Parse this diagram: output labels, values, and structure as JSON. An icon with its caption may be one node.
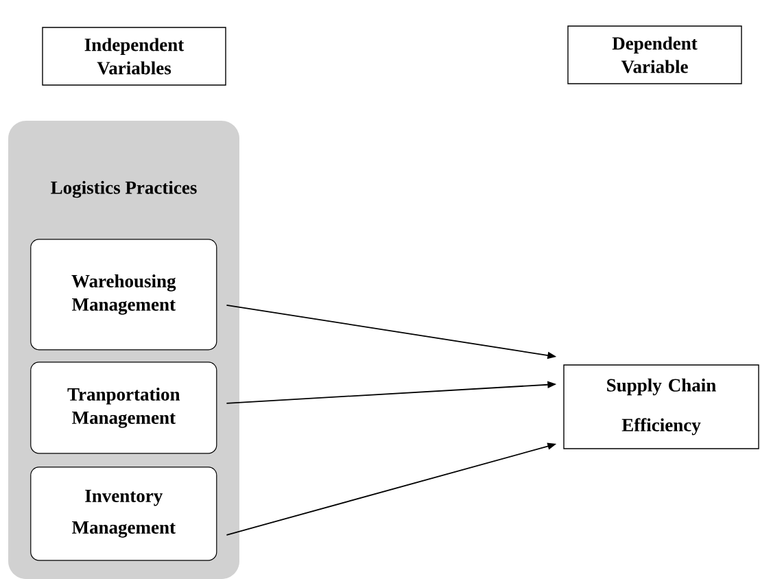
{
  "diagram": {
    "nodes": [
      {
        "text": [
          "Independent Variables"
        ]
      },
      {
        "text": [
          "Dependent Variable"
        ]
      },
      {
        "text": [
          "Logistics Practices"
        ]
      },
      {
        "text": [
          "Warehousing Management"
        ],
        "in": 2
      },
      {
        "text": [
          "Tranportation Management"
        ],
        "in": 2
      },
      {
        "text": [
          "Inventory Management"
        ],
        "in": 2
      },
      {
        "text": [
          "Supply Chain Efficiency"
        ]
      }
    ],
    "edges": [
      {
        "from": 3,
        "to": 6,
        "arrow": "to"
      },
      {
        "from": 4,
        "to": 6,
        "arrow": "to"
      },
      {
        "from": 5,
        "to": 6,
        "arrow": "to"
      }
    ]
  }
}
